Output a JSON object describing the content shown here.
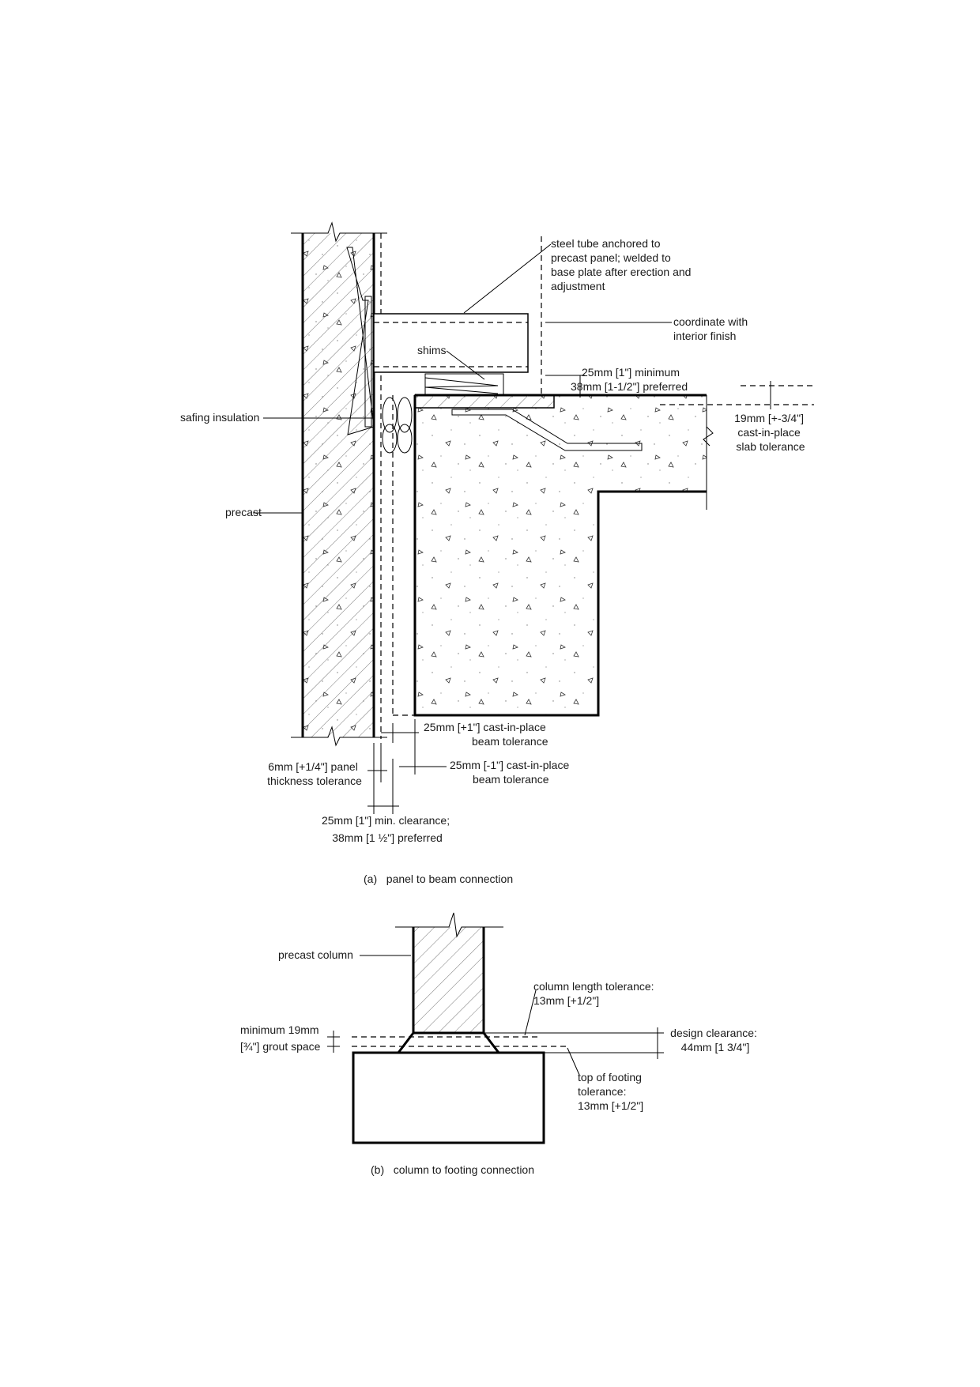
{
  "figure_a": {
    "caption": "(a)   panel to beam connection",
    "labels": {
      "steel_tube": [
        "steel tube anchored to",
        "precast panel; welded to",
        "base plate after erection and",
        "adjustment"
      ],
      "coordinate": [
        "coordinate with",
        "interior finish"
      ],
      "shims": "shims",
      "min_clearance_top": [
        "25mm [1\"] minimum",
        "38mm [1-1/2\"] preferred"
      ],
      "slab_tolerance": [
        "19mm [+-3/4\"]",
        "cast-in-place",
        "slab tolerance"
      ],
      "safing": "safing insulation",
      "precast": "precast",
      "beam_tol_plus": [
        "25mm [+1\"] cast-in-place",
        "beam tolerance"
      ],
      "panel_thickness": [
        "6mm [+1/4\"] panel",
        "thickness tolerance"
      ],
      "beam_tol_minus": [
        "25mm [-1\"] cast-in-place",
        "beam tolerance"
      ],
      "clearance": [
        "25mm [1\"] min. clearance;",
        "38mm [1 ½\"] preferred"
      ]
    }
  },
  "figure_b": {
    "caption": "(b)   column to footing connection",
    "labels": {
      "precast_column": "precast column",
      "column_length": [
        "column length tolerance:",
        "13mm [+1/2\"]"
      ],
      "grout": [
        "minimum 19mm",
        "[¾\"] grout space"
      ],
      "design_clearance": [
        "design clearance:",
        "44mm [1 3/4\"]"
      ],
      "footing_tol": [
        "top of footing",
        "tolerance:",
        "13mm [+1/2\"]"
      ]
    }
  }
}
